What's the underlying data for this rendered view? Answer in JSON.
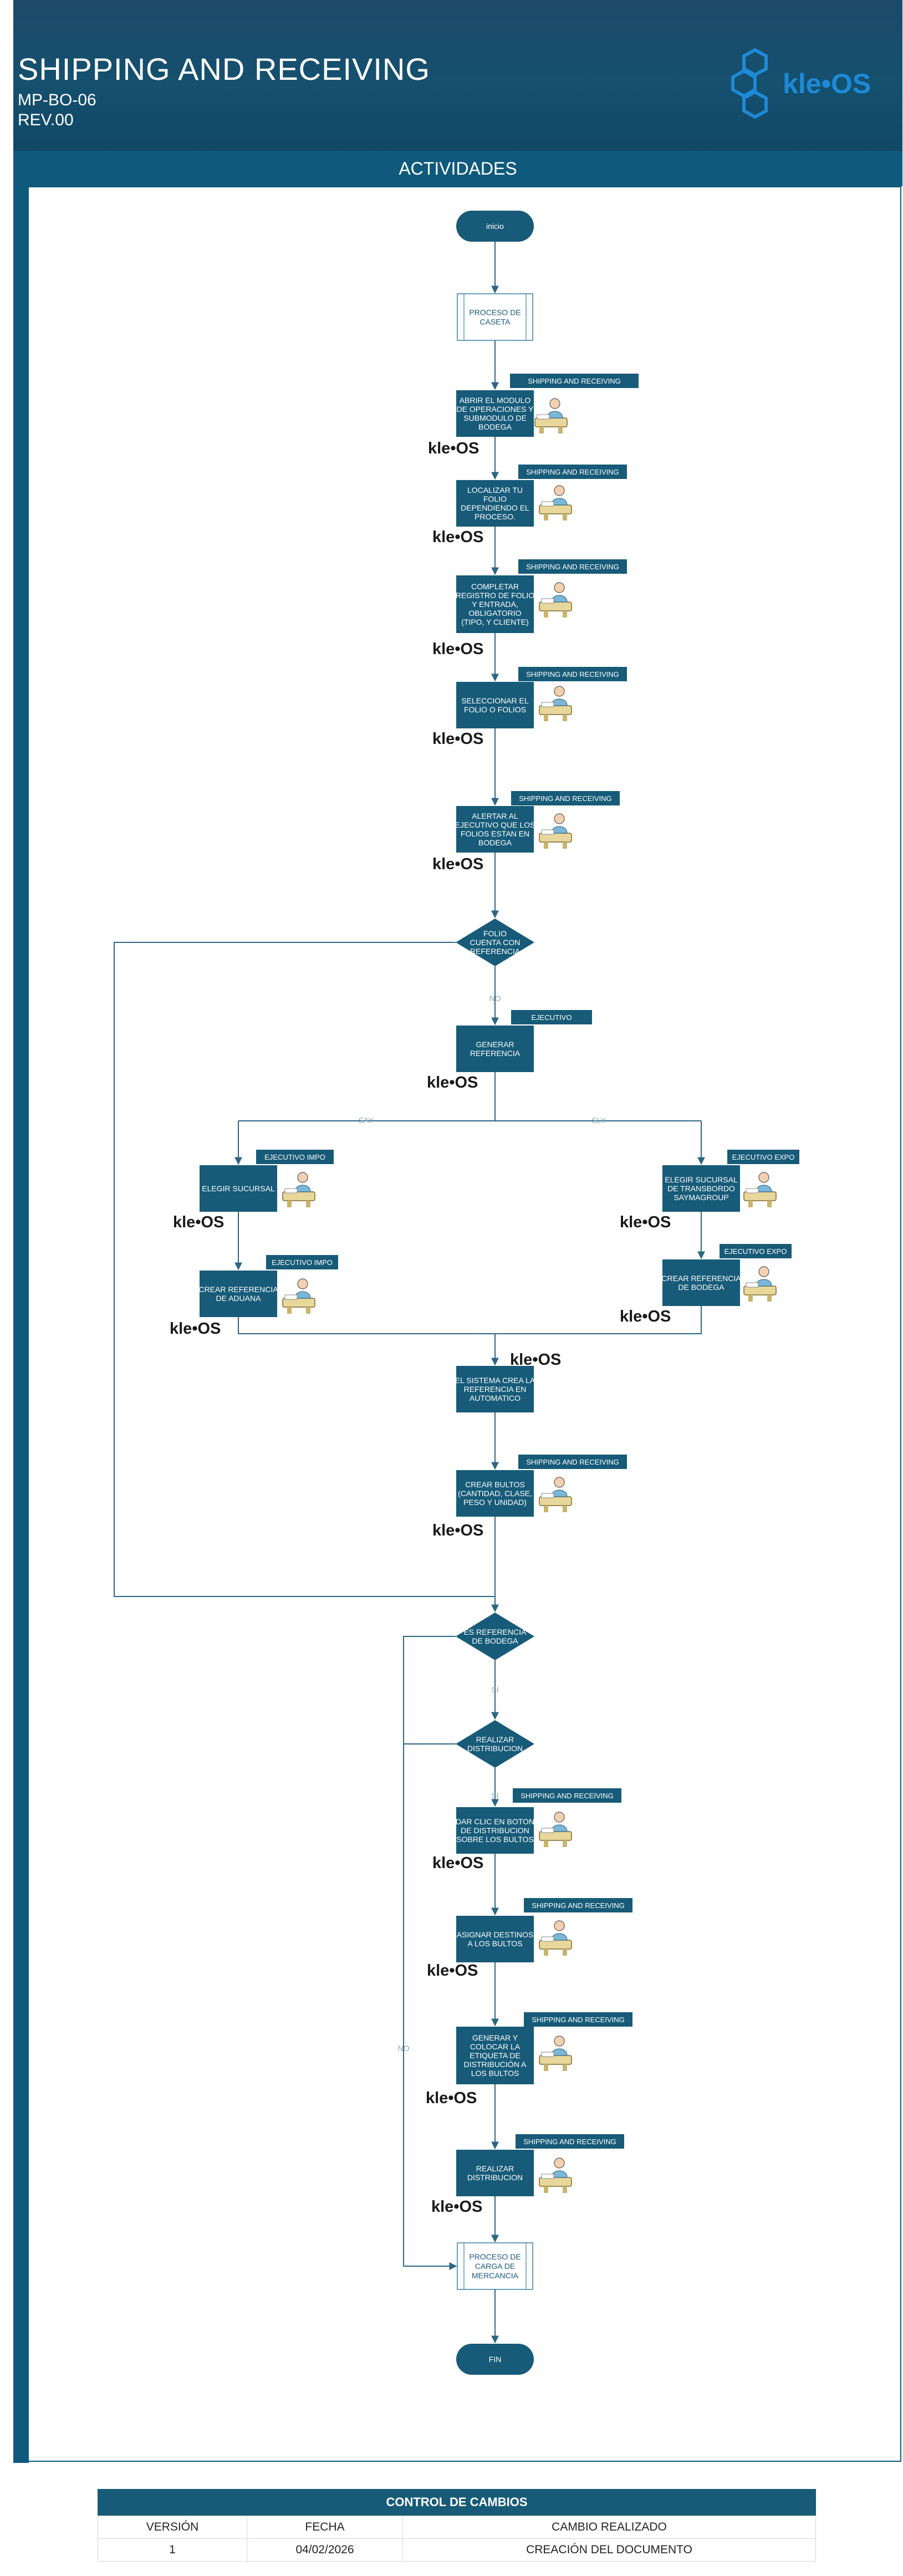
{
  "header": {
    "title": "SHIPPING AND RECEIVING",
    "code": "MP-BO-06",
    "revision": "REV.00",
    "logo_text": "kle•OS",
    "logo_color": "#1e8ad6"
  },
  "section_title": "ACTIVIDADES",
  "colors": {
    "header": "#15506f",
    "node": "#175b78",
    "arrow": "#2a6785"
  },
  "diagram": {
    "nodes": [
      {
        "id": "inicio",
        "text": [
          "inicio"
        ]
      },
      {
        "id": "caseta",
        "text": [
          "PROCESO DE",
          "CASETA"
        ]
      },
      {
        "id": "abrir",
        "text": [
          "ABRIR EL MODULO",
          "DE OPERACIONES Y",
          "SUBMODULO DE",
          "BODEGA"
        ],
        "role": "SHIPPING AND RECEIVING",
        "system": "kle•OS",
        "icon": "warehouse-worker-icon"
      },
      {
        "id": "localizar",
        "text": [
          "LOCALIZAR TU",
          "FOLIO",
          "DEPENDIENDO EL",
          "PROCESO."
        ],
        "role": "SHIPPING AND RECEIVING",
        "system": "kle•OS",
        "icon": "desk-worker-icon"
      },
      {
        "id": "completar",
        "text": [
          "COMPLETAR",
          "REGISTRO DE FOLIO",
          "Y ENTRADA,",
          "OBLIGATORIO",
          "(TIPO, Y CLIENTE)"
        ],
        "role": "SHIPPING AND RECEIVING",
        "system": "kle•OS",
        "icon": "desk-worker-icon"
      },
      {
        "id": "seleccionar",
        "text": [
          "SELECCIONAR EL",
          "FOLIO O FOLIOS"
        ],
        "role": "SHIPPING AND RECEIVING",
        "system": "kle•OS",
        "icon": "desk-worker-icon"
      },
      {
        "id": "alertar",
        "text": [
          "ALERTAR AL",
          "EJECUTIVO QUE LOS",
          "FOLIOS ESTAN EN",
          "BODEGA"
        ],
        "role": "SHIPPING AND RECEIVING",
        "system": "kle•OS",
        "icon": "desk-worker-icon"
      },
      {
        "id": "d_folio",
        "text": [
          "FOLIO",
          "CUENTA CON",
          "REFERENCIA"
        ]
      },
      {
        "id": "generar",
        "text": [
          "GENERAR",
          "REFERENCIA"
        ],
        "role": "EJECUTIVO",
        "system": "kle•OS"
      },
      {
        "id": "suc_impo",
        "text": [
          "ELEGIR SUCURSAL"
        ],
        "role": "EJECUTIVO IMPO",
        "system": "kle•OS",
        "icon": "desk-worker-icon"
      },
      {
        "id": "aduana",
        "text": [
          "CREAR REFERENCIA",
          "DE ADUANA"
        ],
        "role": "EJECUTIVO IMPO",
        "system": "kle•OS",
        "icon": "desk-worker-icon"
      },
      {
        "id": "suc_expo",
        "text": [
          "ELEGIR SUCURSAL",
          "DE TRANSBORDO",
          "SAYMAGROUP"
        ],
        "role": "EJECUTIVO EXPO",
        "system": "kle•OS",
        "icon": "desk-worker-icon"
      },
      {
        "id": "ref_bodega",
        "text": [
          "CREAR REFERENCIA",
          "DE BODEGA"
        ],
        "role": "EJECUTIVO EXPO",
        "system": "kle•OS",
        "icon": "desk-worker-icon"
      },
      {
        "id": "sistema",
        "text": [
          "EL SISTEMA CREA LA",
          "REFERENCIA EN",
          "AUTOMATICO"
        ],
        "system": "kle•OS"
      },
      {
        "id": "bultos",
        "text": [
          "CREAR BULTOS",
          "(CANTIDAD, CLASE,",
          "PESO Y UNIDAD)"
        ],
        "role": "SHIPPING AND RECEIVING",
        "system": "kle•OS",
        "icon": "desk-worker-icon"
      },
      {
        "id": "d_bodega",
        "text": [
          "ES REFERENCIA",
          "DE BODEGA"
        ]
      },
      {
        "id": "d_distrib",
        "text": [
          "REALIZAR",
          "DISTRIBUCION"
        ]
      },
      {
        "id": "clic",
        "text": [
          "DAR CLIC EN BOTON",
          "DE DISTRIBUCION",
          "SOBRE LOS BULTOS"
        ],
        "role": "SHIPPING AND RECEIVING",
        "system": "kle•OS",
        "icon": "desk-worker-icon"
      },
      {
        "id": "asignar",
        "text": [
          "ASIGNAR DESTINOS",
          "A LOS BULTOS"
        ],
        "role": "SHIPPING AND RECEIVING",
        "system": "kle•OS",
        "icon": "desk-worker-icon"
      },
      {
        "id": "etiqueta",
        "text": [
          "GENERAR Y",
          "COLOCAR LA",
          "ETIQUETA DE",
          "DISTRIBUCIÓN A",
          "LOS BULTOS"
        ],
        "role": "SHIPPING AND RECEIVING",
        "system": "kle•OS",
        "icon": "desk-worker-icon"
      },
      {
        "id": "realizar",
        "text": [
          "REALIZAR",
          "DISTRIBUCION"
        ],
        "role": "SHIPPING AND RECEIVING",
        "system": "kle•OS",
        "icon": "desk-worker-icon"
      },
      {
        "id": "carga",
        "text": [
          "PROCESO DE",
          "CARGA DE",
          "MERCANCIA"
        ]
      },
      {
        "id": "fin",
        "text": [
          "FIN"
        ]
      }
    ],
    "edge_labels": {
      "no": "NO",
      "say": "SAY",
      "sly": "SLY",
      "si": "SI"
    }
  },
  "control_de_cambios": {
    "title": "CONTROL DE CAMBIOS",
    "headers": [
      "VERSIÓN",
      "FECHA",
      "CAMBIO REALIZADO"
    ],
    "rows": [
      [
        "1",
        "04/02/2026",
        "CREACIÓN DEL DOCUMENTO"
      ]
    ]
  }
}
